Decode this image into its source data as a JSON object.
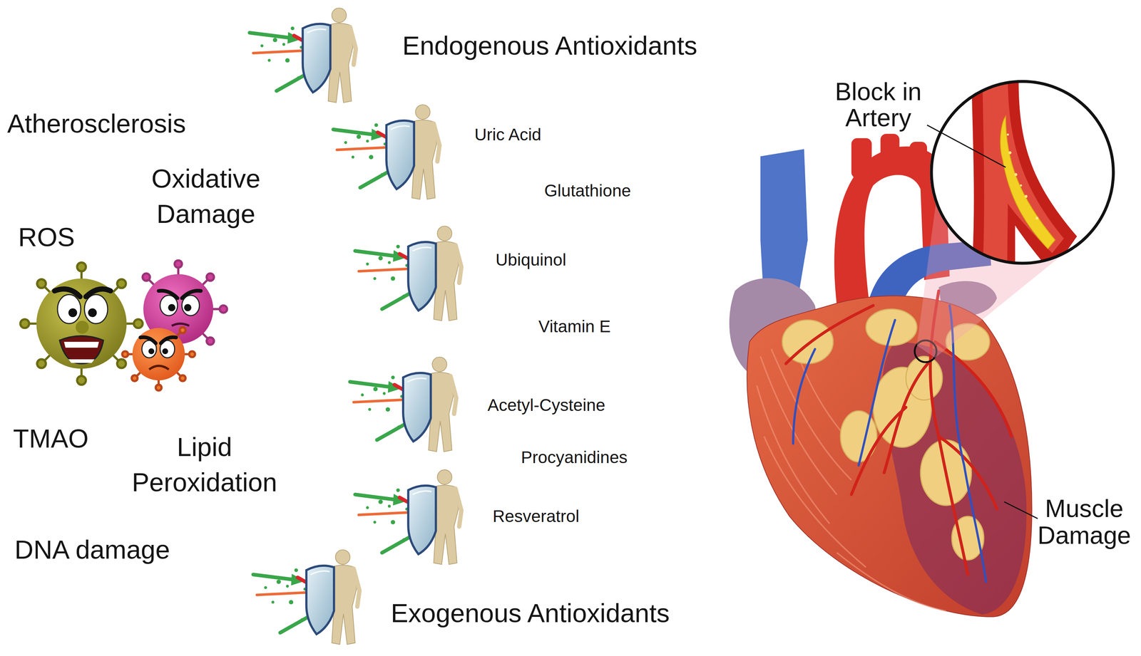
{
  "diagram": {
    "labels": [
      "Endogenous Antioxidants",
      "Atherosclerosis",
      "Uric Acid",
      "Block in Artery",
      "Oxidative Damage",
      "Glutathione",
      "ROS",
      "Ubiquinol",
      "Vitamin E",
      "Acetyl-Cysteine",
      "TMAO",
      "Lipid Peroxidation",
      "Procyanidines",
      "Resveratrol",
      "Muscle Damage",
      "DNA damage",
      "Exogenous Antioxidants"
    ]
  }
}
